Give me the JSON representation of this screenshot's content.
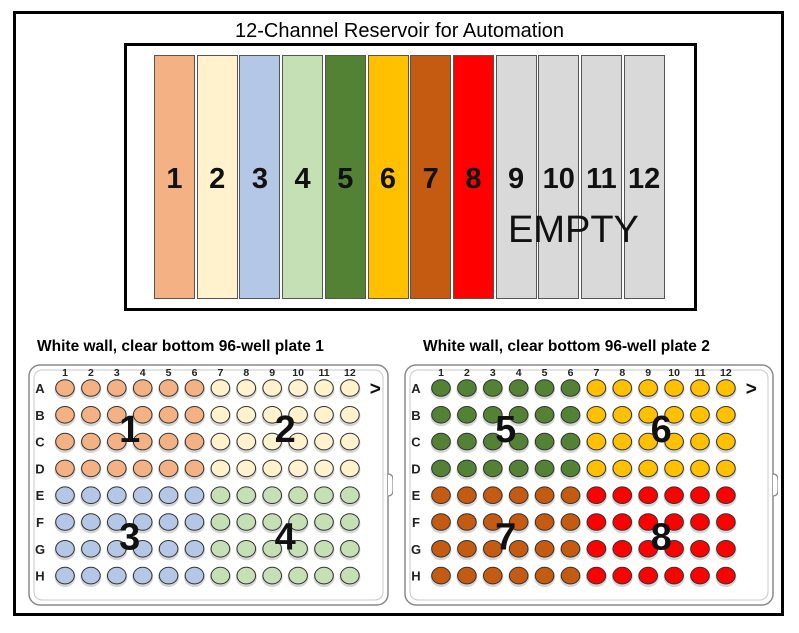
{
  "reservoir": {
    "title": "12-Channel Reservoir for Automation",
    "channels": [
      {
        "label": "1",
        "color": "#F4B183"
      },
      {
        "label": "2",
        "color": "#FFF2CC"
      },
      {
        "label": "3",
        "color": "#B4C7E7"
      },
      {
        "label": "4",
        "color": "#C5E0B4"
      },
      {
        "label": "5",
        "color": "#548235"
      },
      {
        "label": "6",
        "color": "#FFC000"
      },
      {
        "label": "7",
        "color": "#C55A11"
      },
      {
        "label": "8",
        "color": "#FF0000"
      },
      {
        "label": "9",
        "color": "#D9D9D9"
      },
      {
        "label": "10",
        "color": "#D9D9D9"
      },
      {
        "label": "11",
        "color": "#D9D9D9"
      },
      {
        "label": "12",
        "color": "#D9D9D9"
      }
    ],
    "empty_label": "EMPTY"
  },
  "plates": [
    {
      "title": "White wall, clear bottom 96-well plate 1",
      "columns": [
        "1",
        "2",
        "3",
        "4",
        "5",
        "6",
        "7",
        "8",
        "9",
        "10",
        "11",
        "12"
      ],
      "rows": [
        "A",
        "B",
        "C",
        "D",
        "E",
        "F",
        "G",
        "H"
      ],
      "arrow": ">",
      "quadrants": [
        {
          "label": "1",
          "color": "#F4B183",
          "rows": [
            0,
            1,
            2,
            3
          ],
          "cols": [
            0,
            1,
            2,
            3,
            4,
            5
          ]
        },
        {
          "label": "2",
          "color": "#FFF2CC",
          "rows": [
            0,
            1,
            2,
            3
          ],
          "cols": [
            6,
            7,
            8,
            9,
            10,
            11
          ]
        },
        {
          "label": "3",
          "color": "#B4C7E7",
          "rows": [
            4,
            5,
            6,
            7
          ],
          "cols": [
            0,
            1,
            2,
            3,
            4,
            5
          ]
        },
        {
          "label": "4",
          "color": "#C5E0B4",
          "rows": [
            4,
            5,
            6,
            7
          ],
          "cols": [
            6,
            7,
            8,
            9,
            10,
            11
          ]
        }
      ]
    },
    {
      "title": "White wall, clear bottom 96-well plate 2",
      "columns": [
        "1",
        "2",
        "3",
        "4",
        "5",
        "6",
        "7",
        "8",
        "9",
        "10",
        "11",
        "12"
      ],
      "rows": [
        "A",
        "B",
        "C",
        "D",
        "E",
        "F",
        "G",
        "H"
      ],
      "arrow": ">",
      "quadrants": [
        {
          "label": "5",
          "color": "#548235",
          "rows": [
            0,
            1,
            2,
            3
          ],
          "cols": [
            0,
            1,
            2,
            3,
            4,
            5
          ]
        },
        {
          "label": "6",
          "color": "#FFC000",
          "rows": [
            0,
            1,
            2,
            3
          ],
          "cols": [
            6,
            7,
            8,
            9,
            10,
            11
          ]
        },
        {
          "label": "7",
          "color": "#C55A11",
          "rows": [
            4,
            5,
            6,
            7
          ],
          "cols": [
            0,
            1,
            2,
            3,
            4,
            5
          ]
        },
        {
          "label": "8",
          "color": "#FF0000",
          "rows": [
            4,
            5,
            6,
            7
          ],
          "cols": [
            6,
            7,
            8,
            9,
            10,
            11
          ]
        }
      ]
    }
  ]
}
